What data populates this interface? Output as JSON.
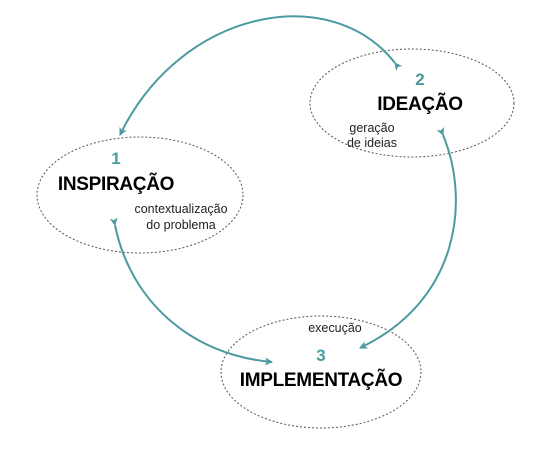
{
  "colors": {
    "accent": "#4a9a9f",
    "outline": "#555555",
    "text": "#000000"
  },
  "stages": [
    {
      "number": "1",
      "title": "INSPIRAÇÃO",
      "desc_lines": [
        "contextualização",
        "do problema"
      ]
    },
    {
      "number": "2",
      "title": "IDEAÇÃO",
      "desc_lines": [
        "geração",
        "de ideias"
      ]
    },
    {
      "number": "3",
      "title": "IMPLEMENTAÇÃO",
      "desc_lines": [
        "execução"
      ]
    }
  ]
}
